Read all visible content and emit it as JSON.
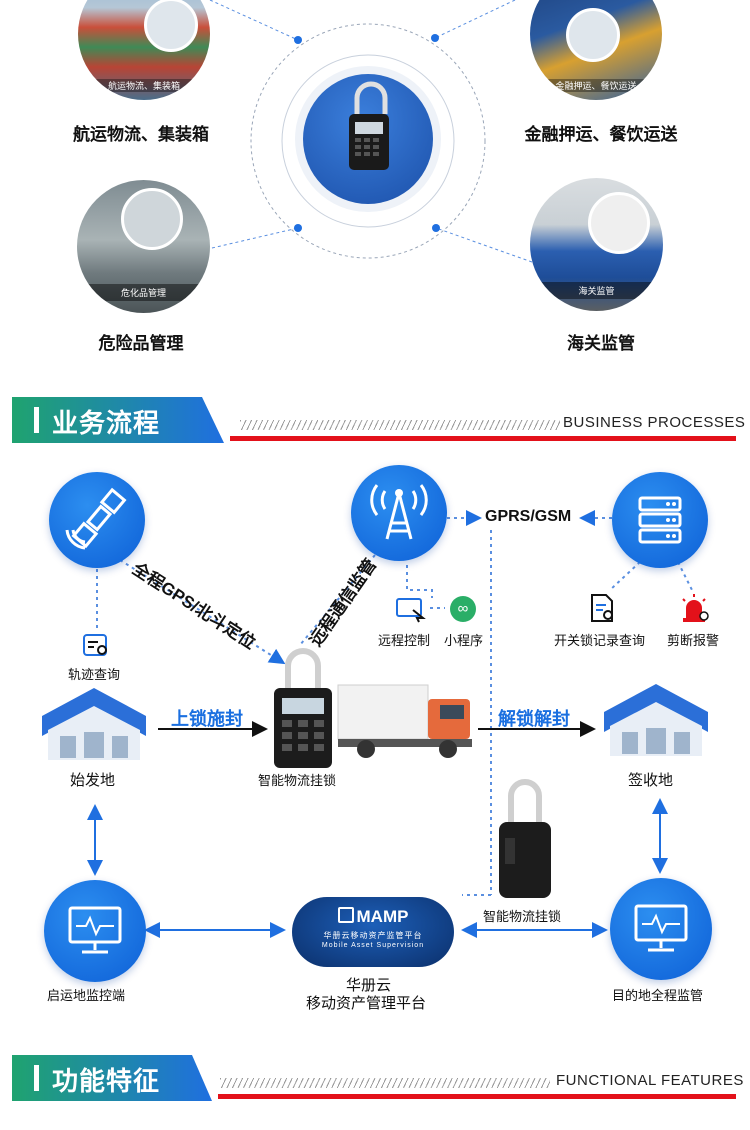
{
  "scenes": {
    "top_left": {
      "label": "航运物流、集装箱",
      "caption": "航运物流、集装箱"
    },
    "top_right": {
      "label": "金融押运、餐饮运送",
      "caption": "金融押运、餐饮运送"
    },
    "bottom_left": {
      "label": "危险品管理",
      "caption": "危化品管理"
    },
    "bottom_right": {
      "label": "海关监管",
      "caption": "海关监管"
    }
  },
  "section_business": {
    "title": "业务流程",
    "subtitle": "BUSINESS PROCESSES"
  },
  "section_features": {
    "title": "功能特征",
    "subtitle": "FUNCTIONAL FEATURES"
  },
  "flow": {
    "gps_label": "全程GPS/北斗定位",
    "comm_label": "远程通信监管",
    "network": "GPRS/GSM",
    "remote_control": "远程控制",
    "mini_program": "小程序",
    "switch_record": "开关锁记录查询",
    "cut_alarm": "剪断报警",
    "track_query": "轨迹查询",
    "lock_seal": "上锁施封",
    "unlock": "解锁解封",
    "origin": "始发地",
    "destination": "签收地",
    "lock_name_1": "智能物流挂锁",
    "lock_name_2": "智能物流挂锁",
    "origin_monitor": "启运地监控端",
    "dest_monitor": "目的地全程监管",
    "platform_logo": "MAMP",
    "platform_cn_sub": "华册云移动资产监管平台",
    "platform_en_sub": "Mobile Asset Supervision",
    "platform_name_1": "华册云",
    "platform_name_2": "移动资产管理平台"
  },
  "colors": {
    "accent": "#1a6fe0",
    "red": "#e3111a",
    "banner_start": "#1fa36f",
    "banner_end": "#1f6fe0"
  }
}
